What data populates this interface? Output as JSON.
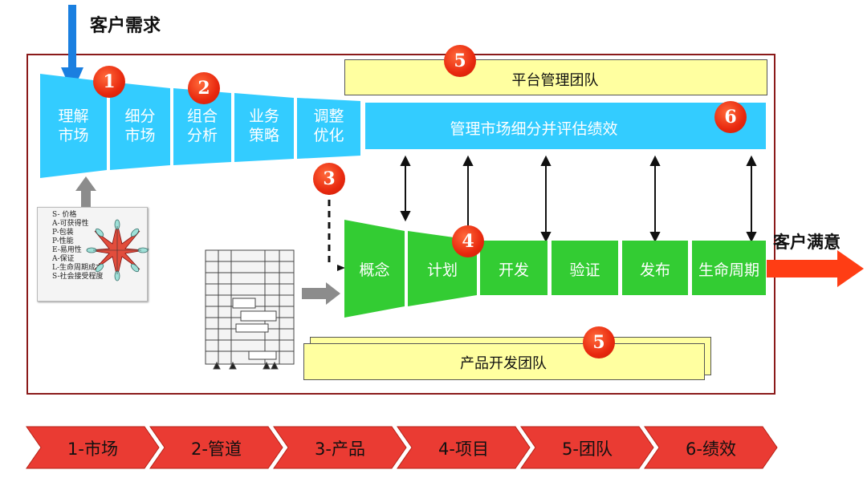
{
  "header": {
    "customer_demand": "客户需求",
    "customer_satisfaction": "客户满意"
  },
  "funnel": {
    "steps": [
      {
        "l1": "理解",
        "l2": "市场"
      },
      {
        "l1": "细分",
        "l2": "市场"
      },
      {
        "l1": "组合",
        "l2": "分析"
      },
      {
        "l1": "业务",
        "l2": "策略"
      },
      {
        "l1": "调整",
        "l2": "优化"
      }
    ]
  },
  "platform_team": "平台管理团队",
  "market_bar": "管理市场细分并评估绩效",
  "product_team": "产品开发团队",
  "stages": [
    "概念",
    "计划",
    "开发",
    "验证",
    "发布",
    "生命周期"
  ],
  "badges": [
    "1",
    "2",
    "3",
    "4",
    "5",
    "5",
    "6"
  ],
  "legend": [
    "S- 价格",
    "A-可获得性",
    "P-包装",
    "P-性能",
    "E-易用性",
    "A-保证",
    "L-生命周期成本",
    "S-社会接受程度"
  ],
  "process_bar": [
    "1-市场",
    "2-管道",
    "3-产品",
    "4-项目",
    "5-团队",
    "6-绩效"
  ],
  "colors": {
    "frame": "#8b1a1a",
    "cyan": "#33ccff",
    "green": "#33cc33",
    "yellow": "#ffffa0",
    "badge": "#e8280e",
    "arrow_red": "#ff3d14",
    "arrow_blue": "#1a7fe0"
  }
}
